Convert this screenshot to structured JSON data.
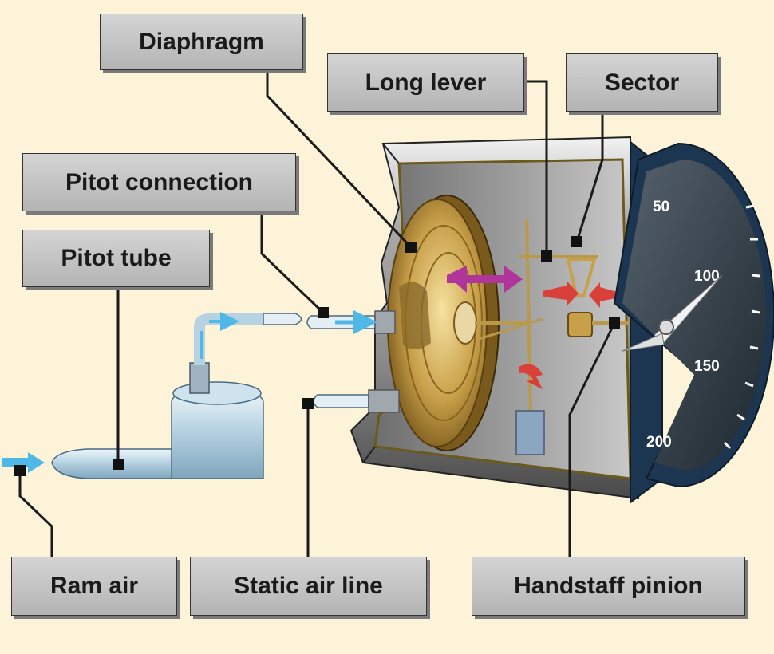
{
  "labels": {
    "diaphragm": "Diaphragm",
    "long_lever": "Long lever",
    "sector": "Sector",
    "pitot_connection": "Pitot connection",
    "pitot_tube": "Pitot tube",
    "ram_air": "Ram air",
    "static_air_line": "Static air line",
    "handstaff_pinion": "Handstaff pinion"
  },
  "dial": {
    "numbers": [
      "50",
      "100",
      "150",
      "200"
    ]
  },
  "colors": {
    "background": "#fcf3d9",
    "label_fill": "#c4c4c4",
    "dial_face": "#2f3a44",
    "dial_rim": "#1c3550",
    "diaphragm": "#c8a24a",
    "air_arrow": "#4fb8e6",
    "motion_arrow": "#d9403a"
  }
}
